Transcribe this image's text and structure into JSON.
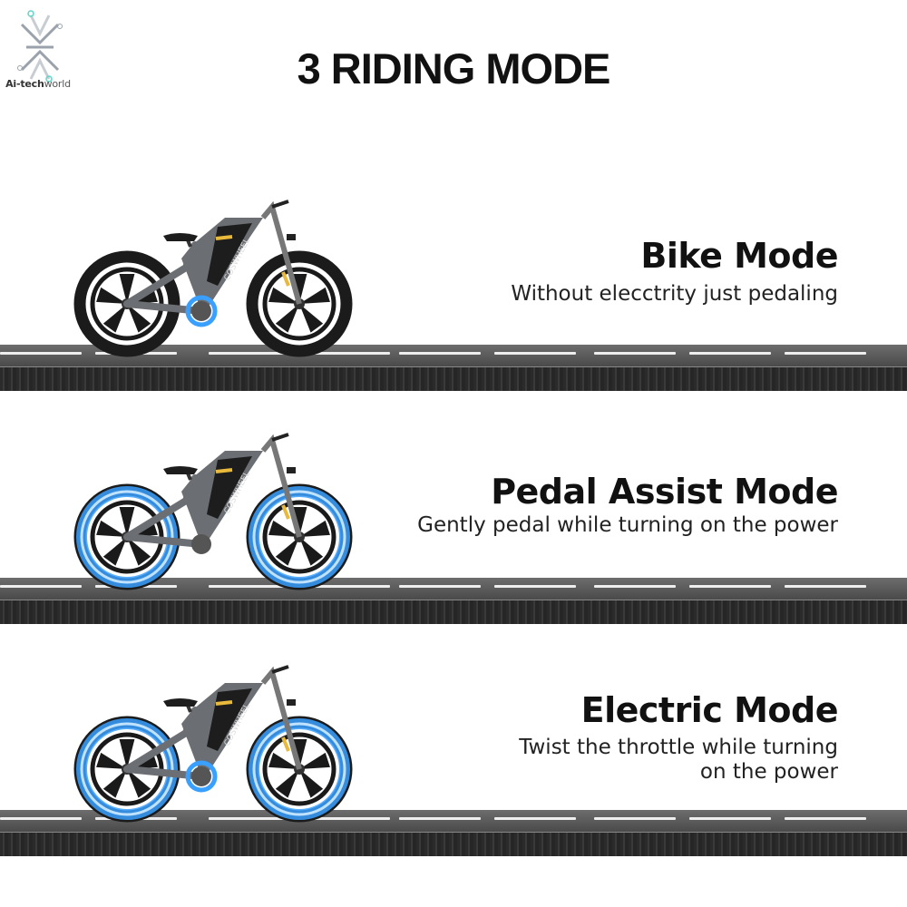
{
  "logo": {
    "text_bold": "Ai-tech",
    "text_light": "world"
  },
  "title": "3 RIDING MODE",
  "colors": {
    "glow": "#3aa0ff",
    "frame": "#6b6e72",
    "accent": "#e8b93a",
    "road": "#4f4f4f"
  },
  "modes": [
    {
      "title": "Bike Mode",
      "subtitle": "Without elecctrity just pedaling",
      "brand": "COSWHEEL",
      "wheel_glow": false,
      "motor_glow": true
    },
    {
      "title": "Pedal Assist Mode",
      "subtitle": "Gently pedal while turning on the power",
      "brand": "COSWHEEL",
      "wheel_glow": true,
      "motor_glow": false
    },
    {
      "title": "Electric Mode",
      "subtitle": "Twist the throttle while turning\non the power",
      "brand": "COSWHEEL",
      "wheel_glow": true,
      "motor_glow": true
    }
  ]
}
